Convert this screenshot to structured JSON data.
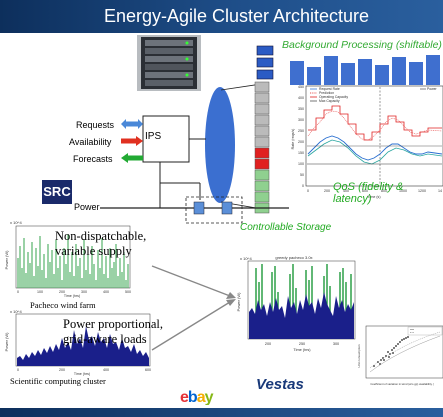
{
  "title": "Energy-Agile Cluster Architecture",
  "background_processing": "Background Processing (shiftable)",
  "qos_label": "QoS (fidelity & latency)",
  "controllable_storage": "Controllable Storage",
  "ips_label": "IPS",
  "inputs": {
    "requests": "Requests",
    "availability": "Availability",
    "forecasts": "Forecasts",
    "power": "Power"
  },
  "legend_items": [
    "Request Rate",
    "Prediction",
    "Operating Capacity",
    "Max Capacity"
  ],
  "legend_power": "Power",
  "qos_chart": {
    "x_label": "Time (s)",
    "y_label": "Rate (reqs/s)",
    "y_ticks": [
      "450",
      "400",
      "350",
      "300",
      "250",
      "200",
      "150",
      "100",
      "50",
      "0"
    ],
    "x_ticks": [
      "0",
      "200",
      "400",
      "600",
      "800",
      "1000",
      "1200",
      "14"
    ]
  },
  "src_logo": "SRC",
  "non_dispatchable": "Non-dispatchable, variable supply",
  "pacheco": "Pacheco wind farm",
  "power_proportional": "Power proportional, grid-aware loads",
  "sci_cluster": "Scientific computing cluster",
  "wind_chart": {
    "y_label": "Power (W)",
    "x_label": "Time (hrs)",
    "scale": "x 10^4",
    "x_ticks": [
      "0",
      "100",
      "200",
      "300",
      "400",
      "500"
    ]
  },
  "load_chart": {
    "y_label": "Power (W)",
    "x_label": "Time (hrs)",
    "scale": "x 10^4",
    "x_ticks": [
      "0",
      "200",
      "400",
      "600"
    ]
  },
  "combined_chart": {
    "title": "greedy pacheco 3.0x",
    "y_label": "Power (W)",
    "x_label": "Time (hrs)",
    "scale": "x 10^4",
    "x_ticks": [
      "200",
      "250",
      "300"
    ]
  },
  "scatter_chart": {
    "x_label": "Coefficient of variation in wind (w/o gp) availability (",
    "y_label": "Unit consumption"
  },
  "logos": {
    "ebay": "ebay",
    "vestas": "Vestas"
  },
  "colors": {
    "title_bg": "#1f4f8a",
    "green": "#22aa22",
    "blue": "#5b8fd8",
    "red": "#e02020",
    "ellipse": "#3b6fd0",
    "bar": "#3f6fcf",
    "dark_blue": "#1a1f8a",
    "green_spikes": "#1f9a3a"
  }
}
